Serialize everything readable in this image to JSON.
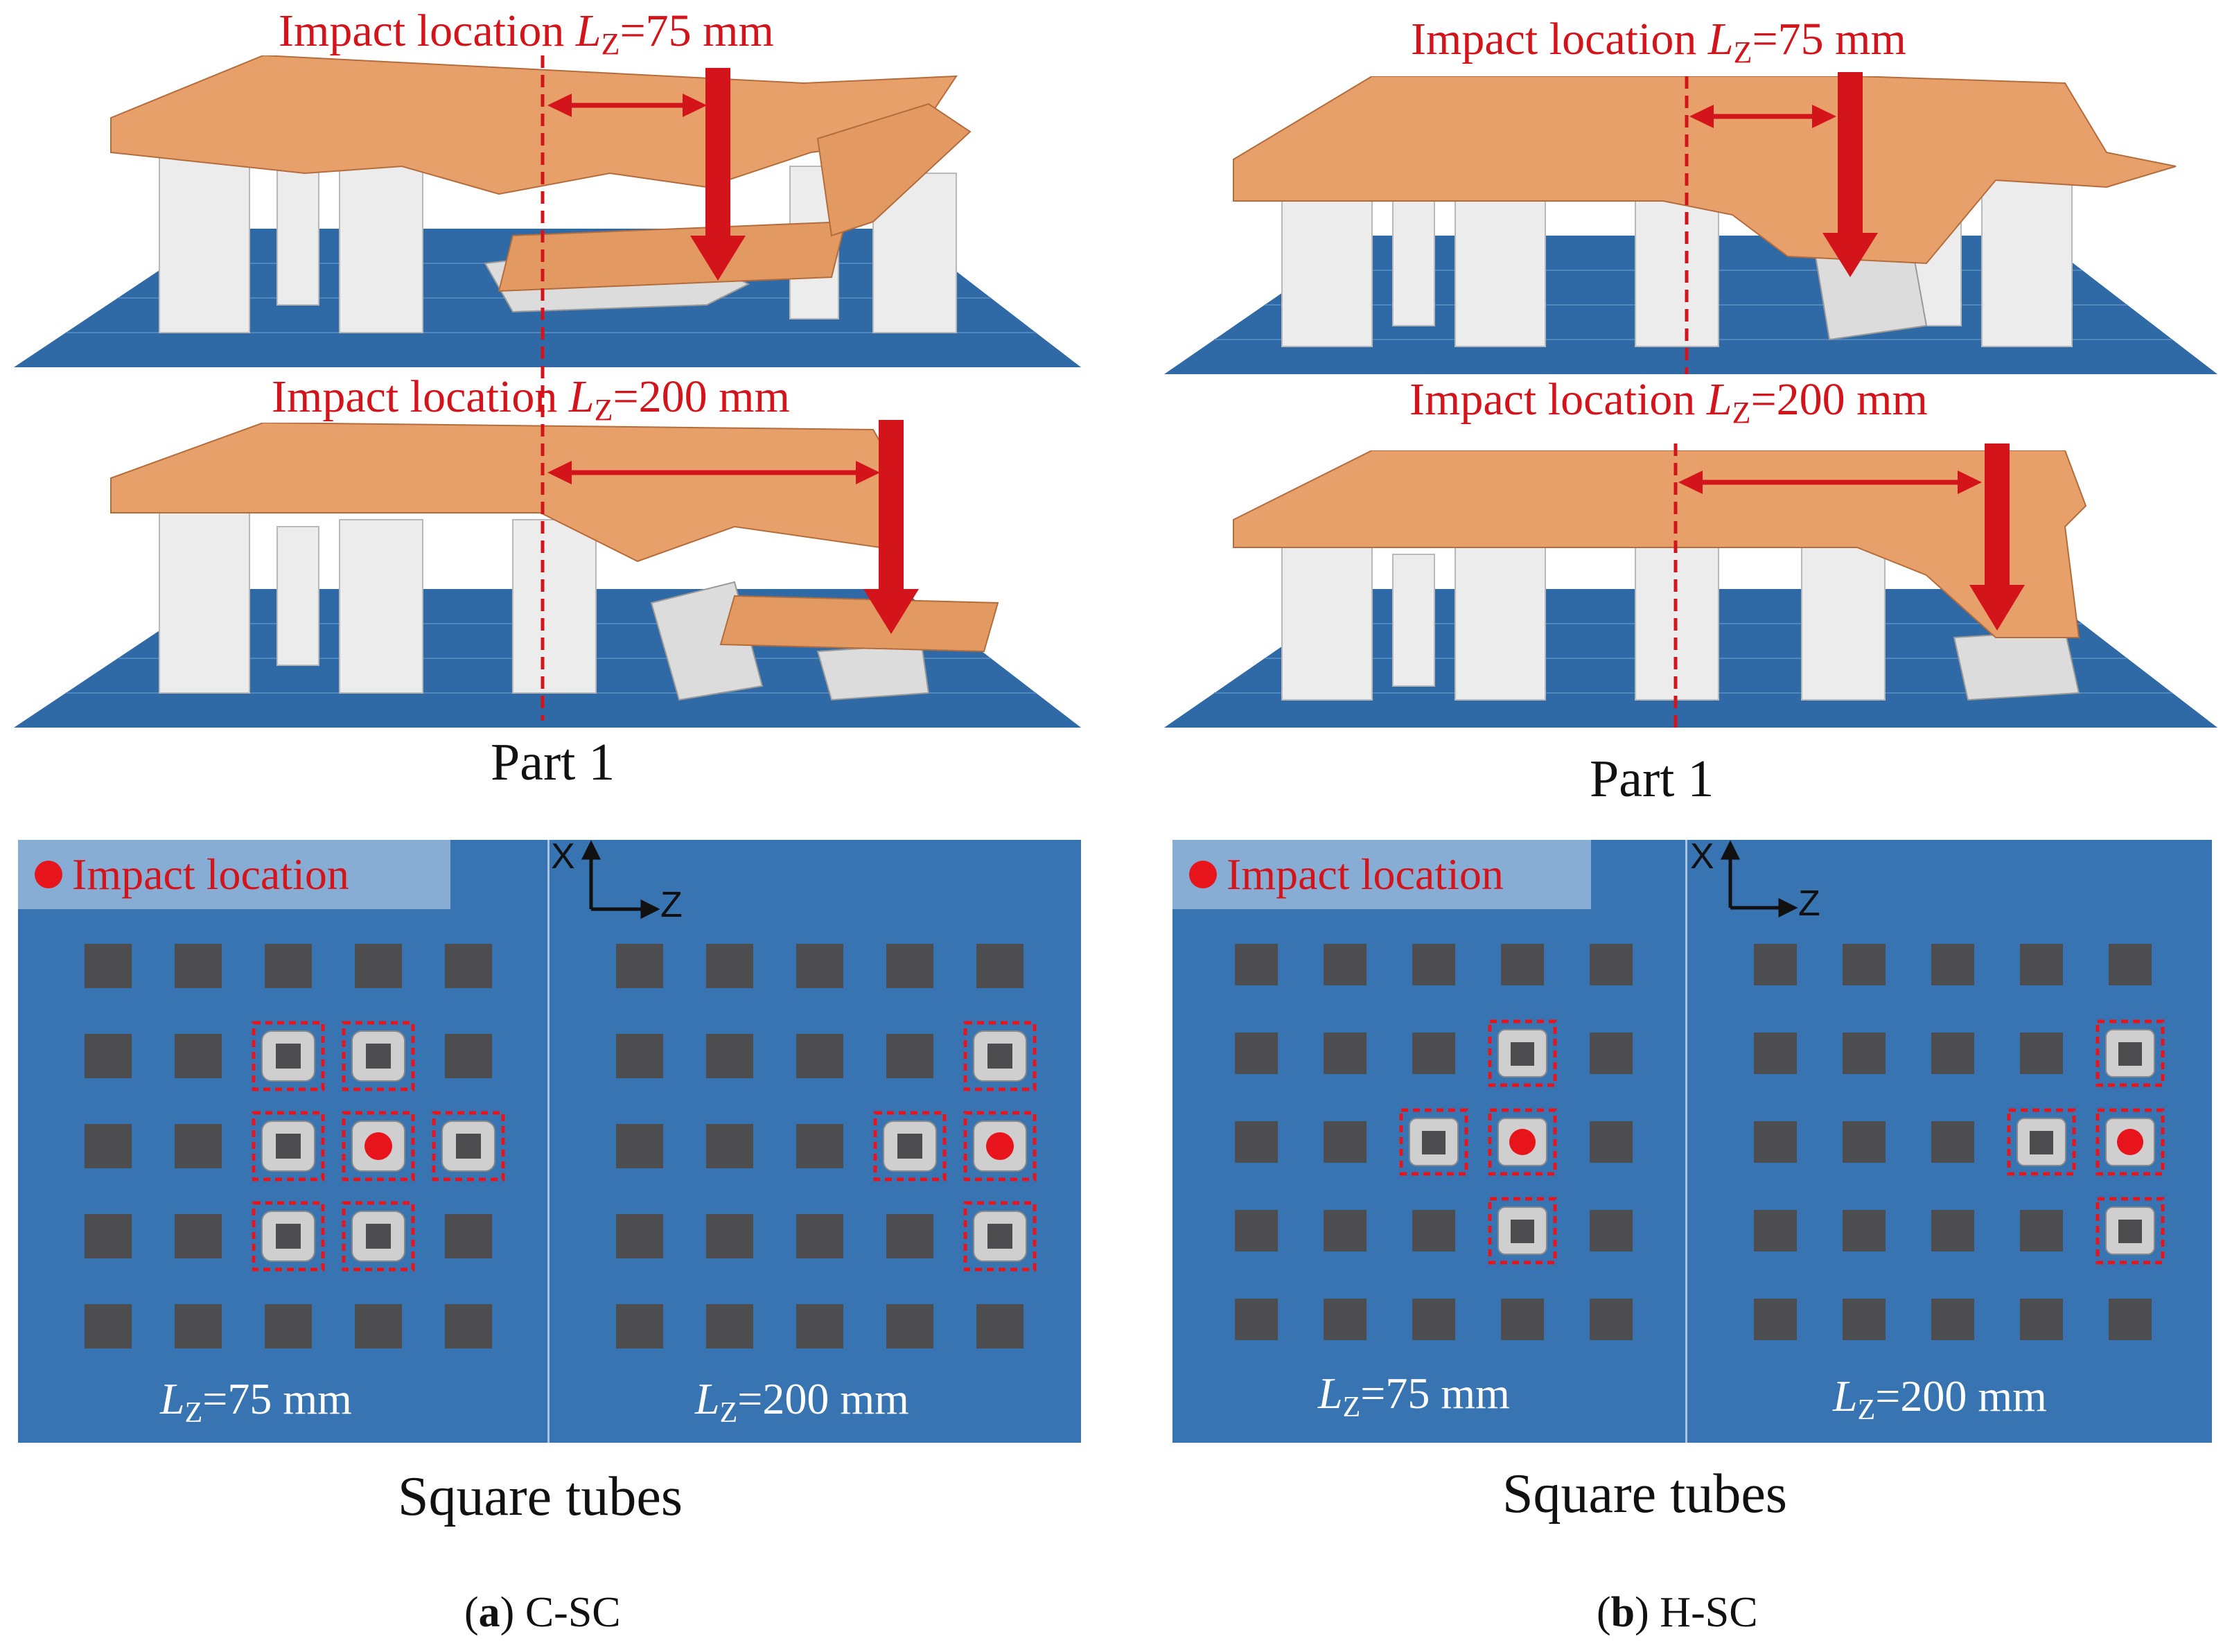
{
  "panels": [
    {
      "id": "a",
      "top_title_75": {
        "prefix": "Impact location ",
        "var": "L",
        "sub": "Z",
        "suffix": "=75 mm"
      },
      "top_title_200": {
        "prefix": "Impact location ",
        "var": "L",
        "sub": "Z",
        "suffix": "=200 mm"
      },
      "part_label": "Part 1",
      "legend_text": "Impact location",
      "axis_x": "X",
      "axis_z": "Z",
      "lz_75": {
        "var": "L",
        "sub": "Z",
        "suffix": "=75 mm"
      },
      "lz_200": {
        "var": "L",
        "sub": "Z",
        "suffix": "=200 mm"
      },
      "section_label": "Square tubes",
      "caption": {
        "letter": "a",
        "text": " C-SC"
      }
    },
    {
      "id": "b",
      "top_title_75": {
        "prefix": "Impact location ",
        "var": "L",
        "sub": "Z",
        "suffix": "=75 mm"
      },
      "top_title_200": {
        "prefix": "Impact location ",
        "var": "L",
        "sub": "Z",
        "suffix": "=200 mm"
      },
      "part_label": "Part 1",
      "legend_text": "Impact location",
      "axis_x": "X",
      "axis_z": "Z",
      "lz_75": {
        "var": "L",
        "sub": "Z",
        "suffix": "=75 mm"
      },
      "lz_200": {
        "var": "L",
        "sub": "Z",
        "suffix": "=200 mm"
      },
      "section_label": "Square tubes",
      "caption": {
        "letter": "b",
        "text": " H-SC"
      }
    }
  ],
  "colors": {
    "accent_red": "#d4141b",
    "plate_orange": "#e8a06a",
    "base_blue": "#2f6aa6",
    "tube_gray": "#e8e8e8",
    "dark_tube": "#4d4d4f"
  }
}
